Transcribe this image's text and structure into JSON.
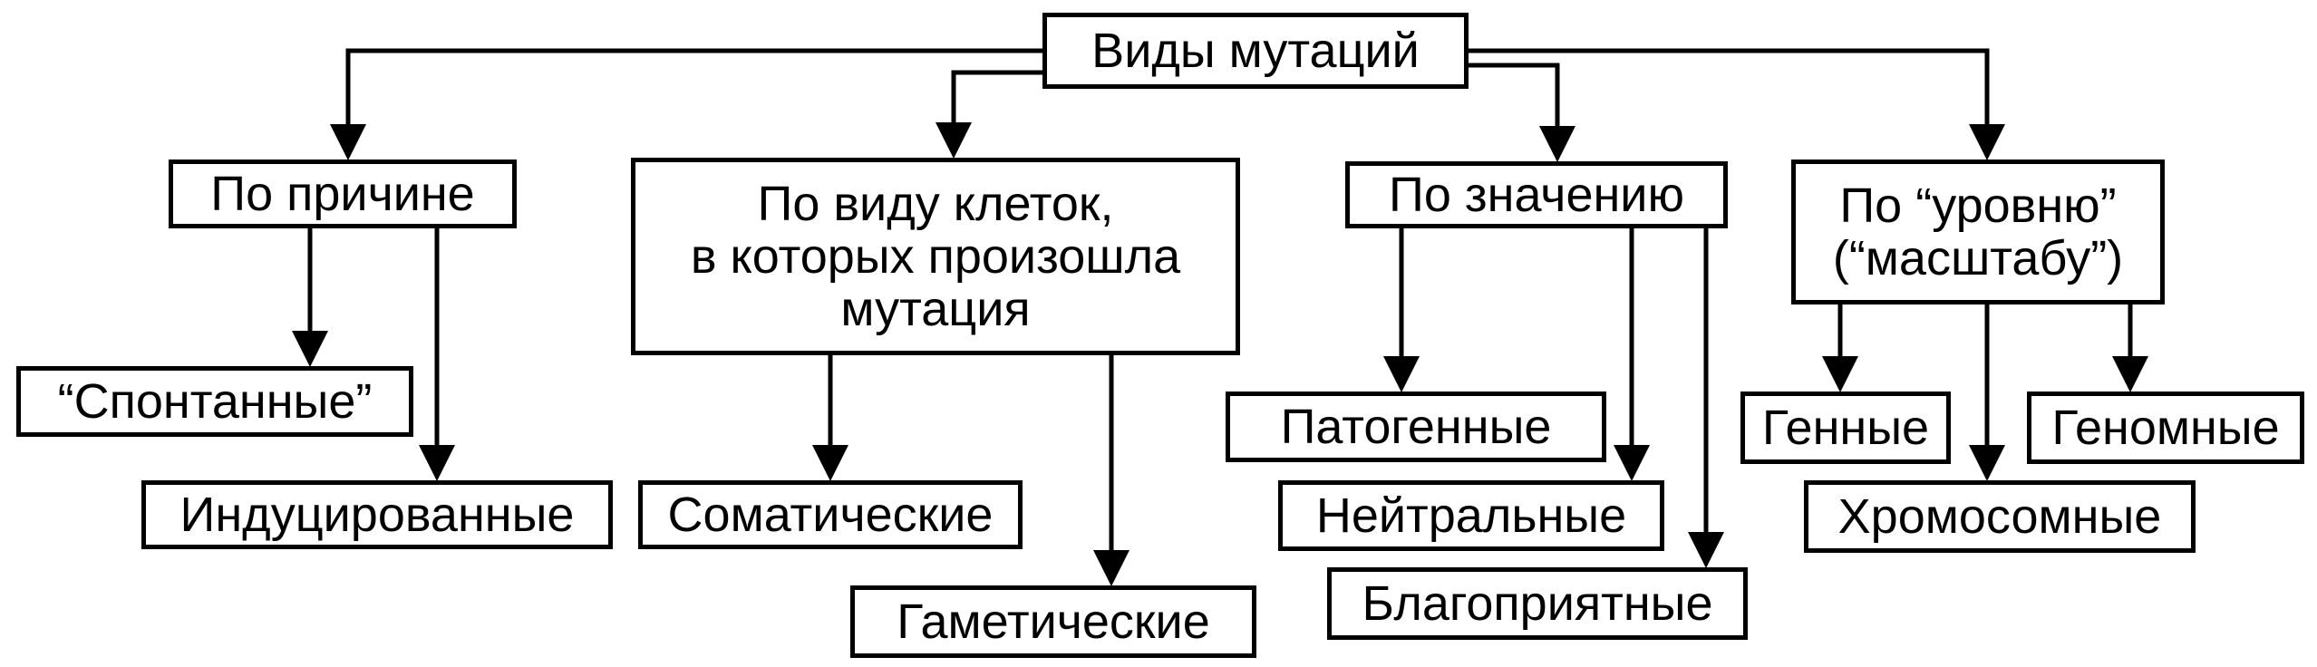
{
  "diagram": {
    "root": "Виды мутаций",
    "categories": {
      "cause": {
        "label": "По причине",
        "children": [
          "“Спонтанные”",
          "Индуцированные"
        ]
      },
      "cells": {
        "label": "По виду клеток,\nв которых произошла\nмутация",
        "children": [
          "Соматические",
          "Гаметические"
        ]
      },
      "significance": {
        "label": "По значению",
        "children": [
          "Патогенные",
          "Нейтральные",
          "Благоприятные"
        ]
      },
      "level": {
        "label": "По “уровню”\n(“масштабу”)",
        "children": [
          "Генные",
          "Хромосомные",
          "Геномные"
        ]
      }
    }
  }
}
